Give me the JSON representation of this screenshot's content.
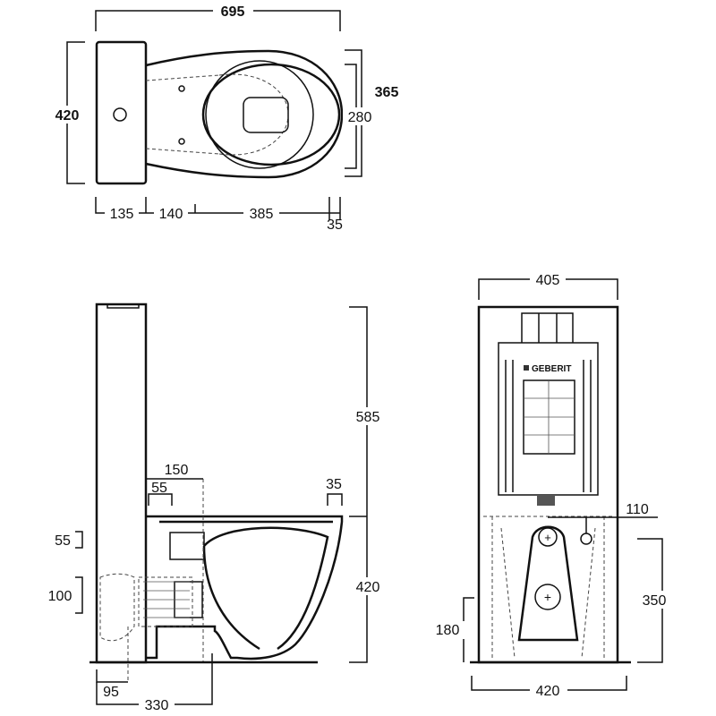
{
  "top_view": {
    "overall_length": "695",
    "width": "420",
    "outer_bowl_width": "365",
    "inner_bowl_width": "280",
    "tank_depth": "135",
    "mid_segment": "140",
    "bowl_segment": "385",
    "rim_overhang": "35"
  },
  "side_view": {
    "tank_height_above_rim": "585",
    "rim_height": "420",
    "outlet_offset": "150",
    "inlet_offset": "55",
    "rim_lip": "35",
    "inlet_height": "55",
    "outlet_height": "100",
    "tank_to_outlet": "95",
    "floor_outlet": "330"
  },
  "front_view": {
    "cistern_width": "405",
    "brand": "GEBERIT",
    "pipe_diameter": "110",
    "drain_height": "350",
    "inlet_height": "180",
    "base_width": "420"
  }
}
